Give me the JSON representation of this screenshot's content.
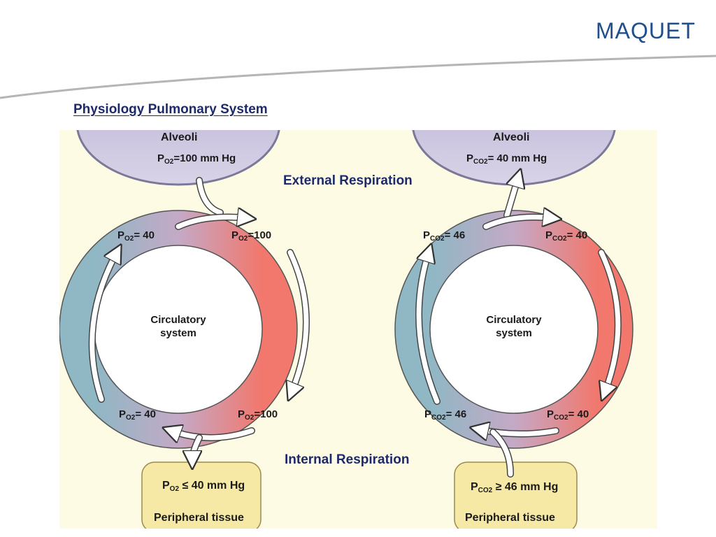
{
  "brand": {
    "logo_text": "MAQUET"
  },
  "page": {
    "title": "Physiology Pulmonary System"
  },
  "diagram": {
    "external_label": "External Respiration",
    "internal_label": "Internal Respiration",
    "left": {
      "alveoli": {
        "title": "Alveoli",
        "pressure_prefix": "P",
        "pressure_sub": "O2",
        "pressure_value": "=100 mm Hg"
      },
      "circle": {
        "line1": "Circulatory",
        "line2": "system"
      },
      "top_left": {
        "prefix": "P",
        "sub": "O2",
        "value": "= 40"
      },
      "top_right": {
        "prefix": "P",
        "sub": "O2",
        "value": "=100"
      },
      "bottom_left": {
        "prefix": "P",
        "sub": "O2",
        "value": "= 40"
      },
      "bottom_right": {
        "prefix": "P",
        "sub": "O2",
        "value": "=100"
      },
      "tissue": {
        "prefix": "P",
        "sub": "O2",
        "value": " ≤ 40 mm Hg",
        "label": "Peripheral tissue"
      }
    },
    "right": {
      "alveoli": {
        "title": "Alveoli",
        "pressure_prefix": "P",
        "pressure_sub": "CO2",
        "pressure_value": "= 40 mm Hg"
      },
      "circle": {
        "line1": "Circulatory",
        "line2": "system"
      },
      "top_left": {
        "prefix": "P",
        "sub": "CO2",
        "value": "= 46"
      },
      "top_right": {
        "prefix": "P",
        "sub": "CO2",
        "value": "= 40"
      },
      "bottom_left": {
        "prefix": "P",
        "sub": "CO2",
        "value": "= 46"
      },
      "bottom_right": {
        "prefix": "P",
        "sub": "CO2",
        "value": "= 40"
      },
      "tissue": {
        "prefix": "P",
        "sub": "CO2",
        "value": " ≥ 46 mm Hg",
        "label": "Peripheral tissue"
      }
    },
    "colors": {
      "deoxygenated": "#8fb7c4",
      "oxygenated": "#f2786d",
      "alveoli": "#c9c2dc",
      "tissue": "#f6e9a6",
      "title": "#1c2a6b"
    }
  }
}
